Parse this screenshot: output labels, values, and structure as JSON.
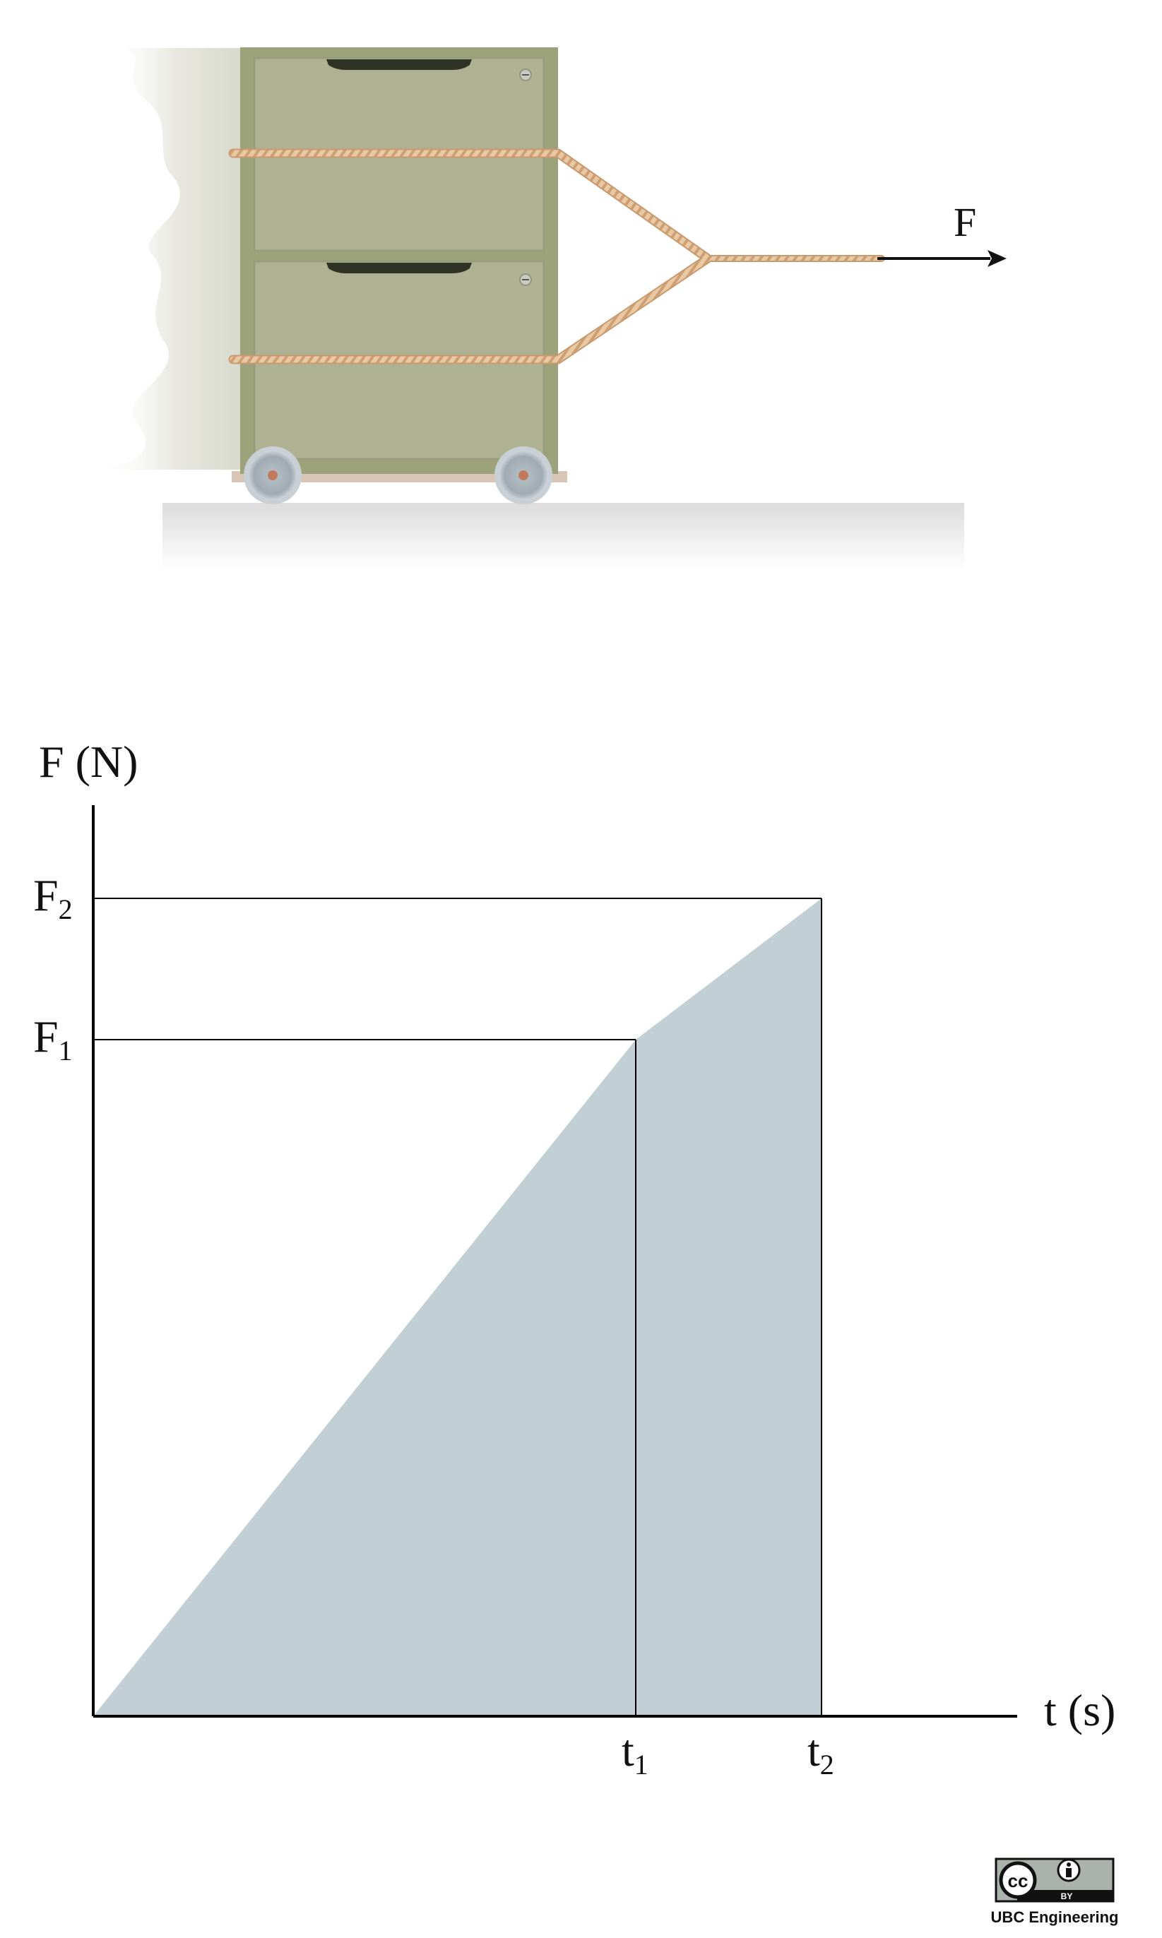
{
  "figure": {
    "force_label": "F",
    "cabinet": {
      "drawers": 2,
      "wheels": 2
    }
  },
  "chart_data": {
    "type": "area",
    "xlabel": "t (s)",
    "ylabel": "F (N)",
    "x_ticks": [
      {
        "base": "t",
        "sub": "1"
      },
      {
        "base": "t",
        "sub": "2"
      }
    ],
    "y_ticks": [
      {
        "base": "F",
        "sub": "1"
      },
      {
        "base": "F",
        "sub": "2"
      }
    ],
    "points": [
      {
        "t": "0",
        "F": "0"
      },
      {
        "t": "t1",
        "F": "F1"
      },
      {
        "t": "t2",
        "F": "F2"
      }
    ],
    "fill_color": "#c2cfd5",
    "line_color": "#000000"
  },
  "license": {
    "cc": "cc",
    "by": "BY",
    "credit": "UBC Engineering"
  }
}
